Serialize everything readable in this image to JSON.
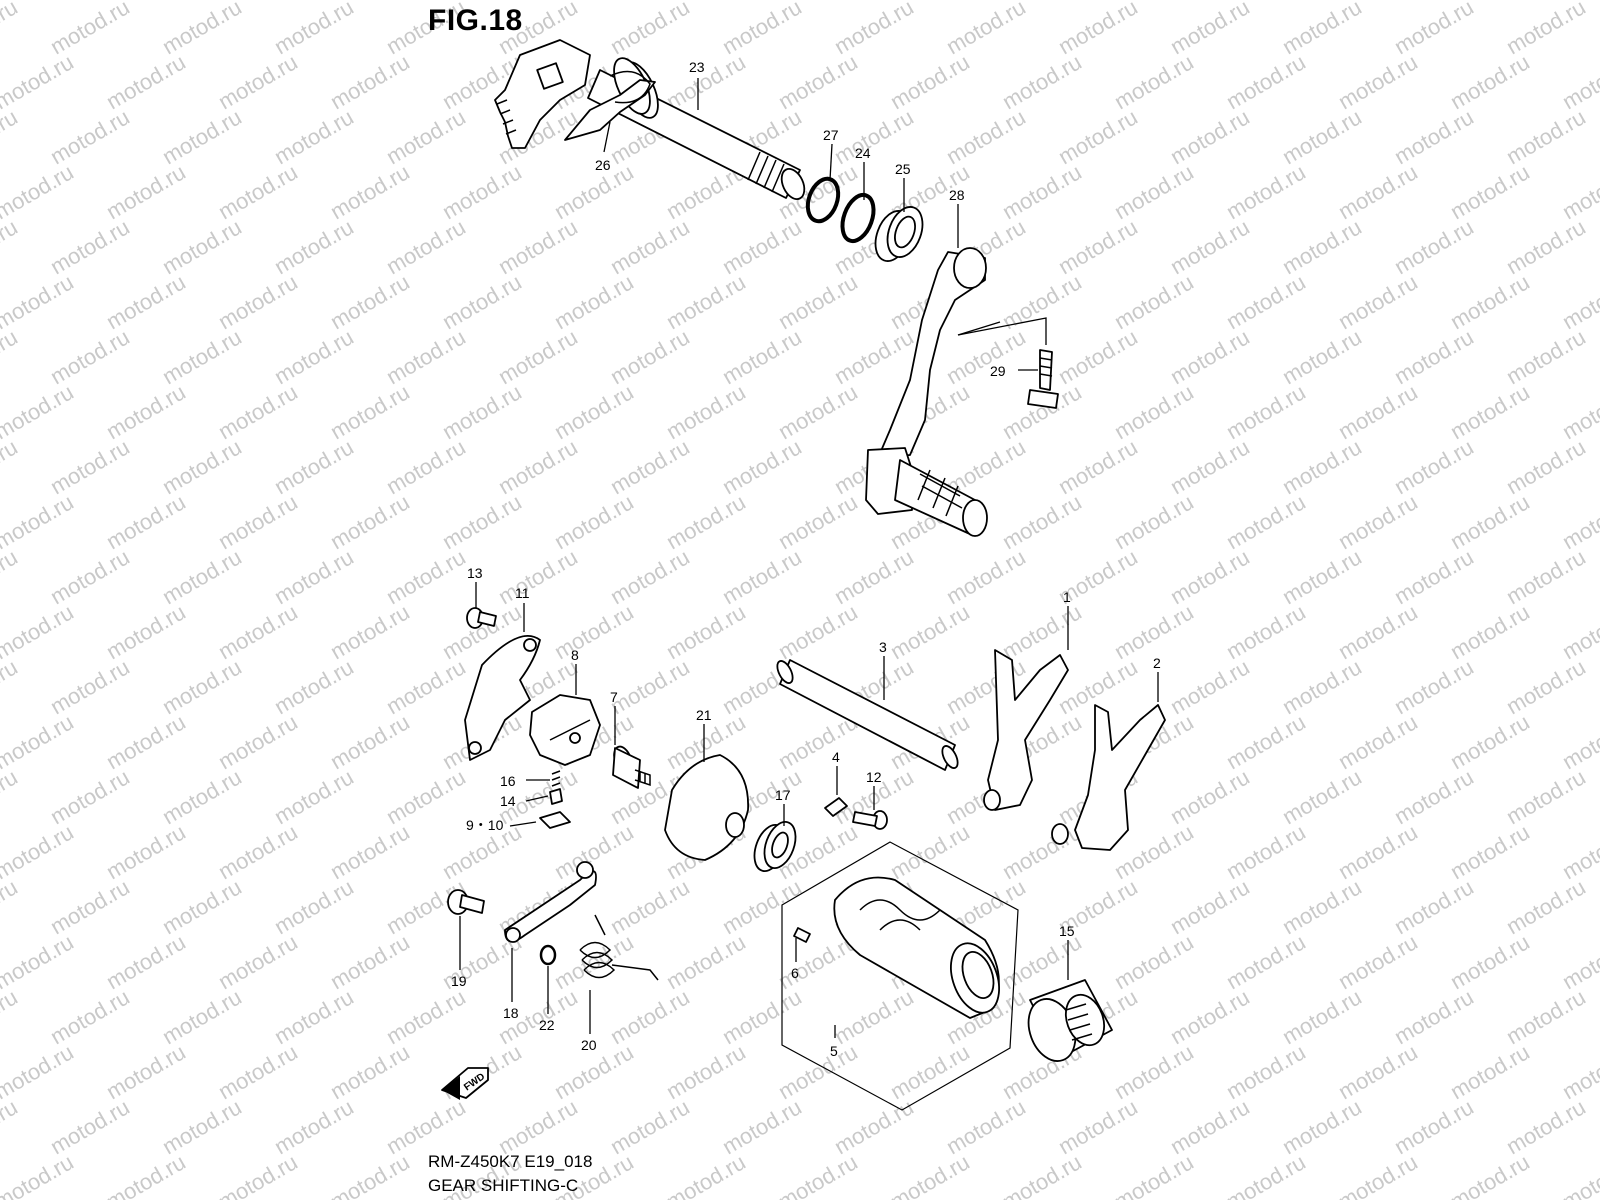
{
  "figure": {
    "title": "FIG.18"
  },
  "watermark": {
    "text": "motod.ru"
  },
  "caption": {
    "model_code": "RM-Z450K7 E19_018",
    "name": "GEAR SHIFTING-C"
  },
  "fwd_indicator": {
    "label": "FWD"
  },
  "callouts": [
    {
      "id": "c1",
      "label": "1"
    },
    {
      "id": "c2",
      "label": "2"
    },
    {
      "id": "c3",
      "label": "3"
    },
    {
      "id": "c4",
      "label": "4"
    },
    {
      "id": "c5",
      "label": "5"
    },
    {
      "id": "c6",
      "label": "6"
    },
    {
      "id": "c7",
      "label": "7"
    },
    {
      "id": "c8",
      "label": "8"
    },
    {
      "id": "c9",
      "label": "9・10"
    },
    {
      "id": "c11",
      "label": "11"
    },
    {
      "id": "c12",
      "label": "12"
    },
    {
      "id": "c13",
      "label": "13"
    },
    {
      "id": "c14",
      "label": "14"
    },
    {
      "id": "c15",
      "label": "15"
    },
    {
      "id": "c16",
      "label": "16"
    },
    {
      "id": "c17",
      "label": "17"
    },
    {
      "id": "c18",
      "label": "18"
    },
    {
      "id": "c19",
      "label": "19"
    },
    {
      "id": "c20",
      "label": "20"
    },
    {
      "id": "c21",
      "label": "21"
    },
    {
      "id": "c22",
      "label": "22"
    },
    {
      "id": "c23",
      "label": "23"
    },
    {
      "id": "c24",
      "label": "24"
    },
    {
      "id": "c25",
      "label": "25"
    },
    {
      "id": "c26",
      "label": "26"
    },
    {
      "id": "c27",
      "label": "27"
    },
    {
      "id": "c28",
      "label": "28"
    },
    {
      "id": "c29",
      "label": "29"
    }
  ]
}
